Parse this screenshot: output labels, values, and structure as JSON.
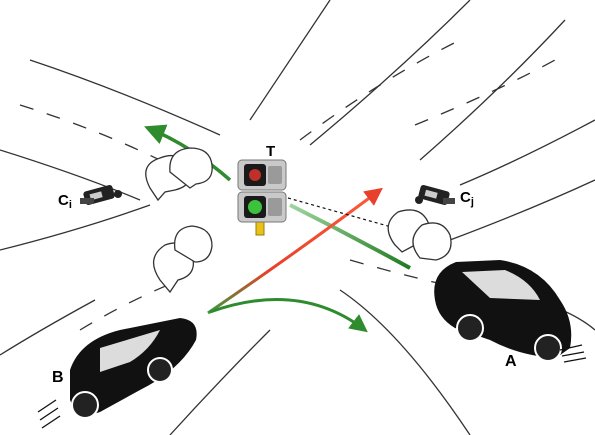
{
  "labels": {
    "traffic_light": "T",
    "camera_left": "C",
    "camera_left_sub": "i",
    "camera_right": "C",
    "camera_right_sub": "j",
    "car_a": "A",
    "car_b": "B"
  },
  "colors": {
    "green_arrow": "#2e8b2e",
    "red_arrow": "#e8402a",
    "road_line": "#333333",
    "car_body": "#111111",
    "light_housing": "#bdbdbd",
    "light_pole": "#e8c21a"
  },
  "icons": [
    "traffic-light-icon",
    "camera-icon",
    "speech-bubble-icon",
    "car-icon",
    "arrow-icon"
  ]
}
